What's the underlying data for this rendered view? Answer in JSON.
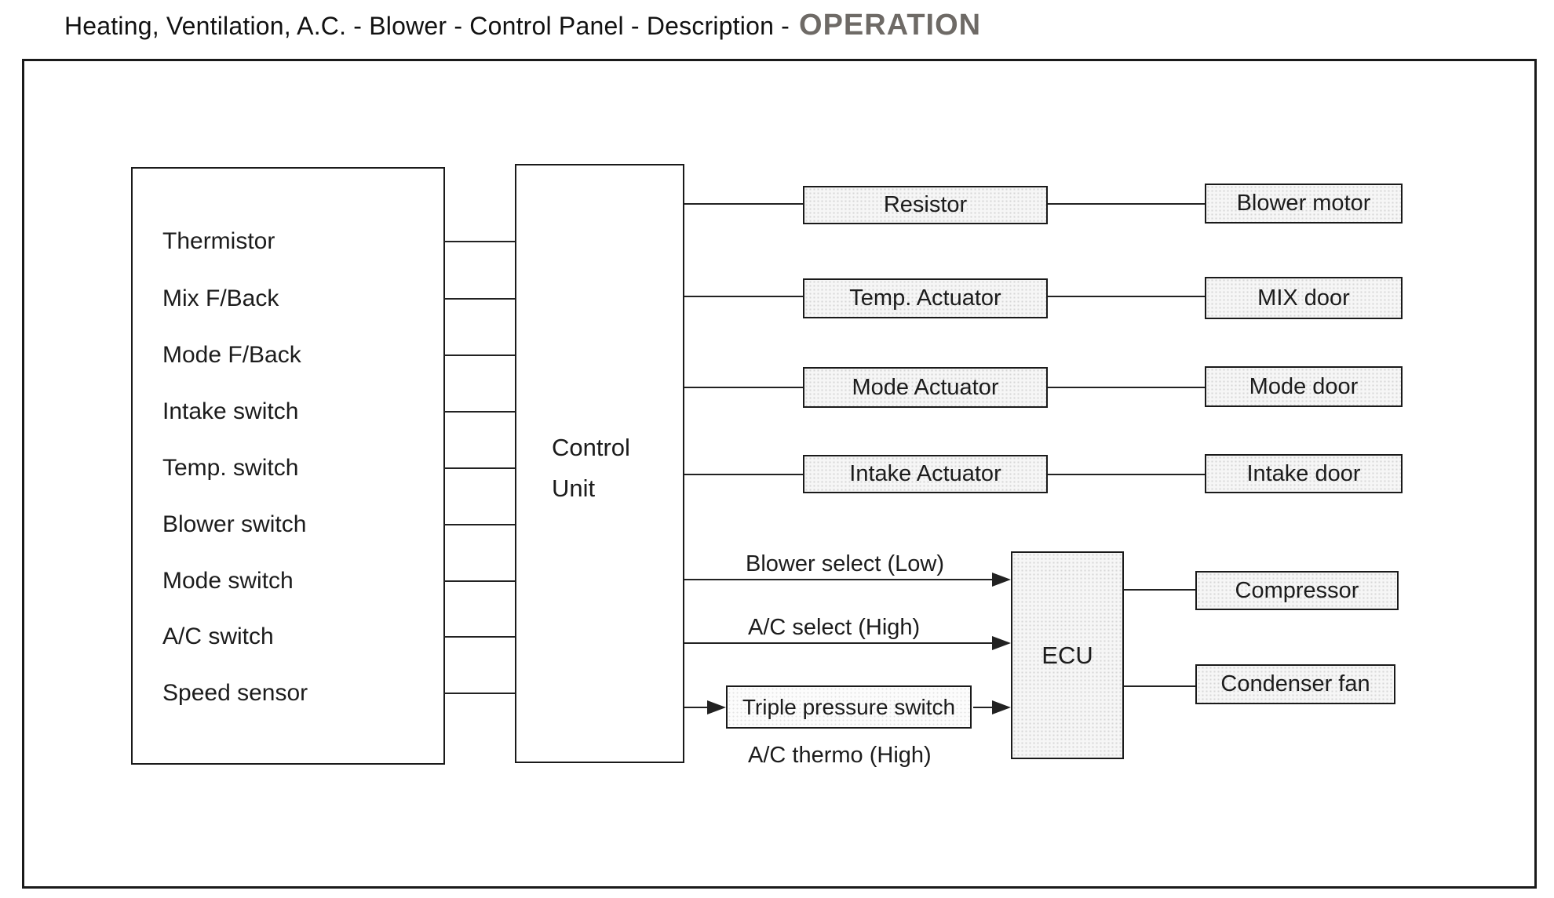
{
  "title": {
    "prefix": "Heating, Ventilation, A.C. - Blower - Control Panel - Description -",
    "emphasis": "OPERATION"
  },
  "colors": {
    "emphasis_gray": "#6e6a66",
    "line_black": "#222222",
    "box_fill": "#f6f6f6"
  },
  "inputs": {
    "items": [
      "Thermistor",
      "Mix F/Back",
      "Mode F/Back",
      "Intake switch",
      "Temp. switch",
      "Blower switch",
      "Mode switch",
      "A/C switch",
      "Speed sensor"
    ]
  },
  "control_unit": {
    "line1": "Control",
    "line2": "Unit"
  },
  "rows": [
    {
      "mid": "Resistor",
      "end": "Blower motor"
    },
    {
      "mid": "Temp. Actuator",
      "end": "MIX door"
    },
    {
      "mid": "Mode Actuator",
      "end": "Mode door"
    },
    {
      "mid": "Intake Actuator",
      "end": "Intake door"
    }
  ],
  "ecu": {
    "label": "ECU",
    "signal1": "Blower select (Low)",
    "signal2": "A/C select (High)",
    "switch_box": "Triple pressure switch",
    "switch_note": "A/C thermo (High)",
    "output1": "Compressor",
    "output2": "Condenser fan"
  }
}
